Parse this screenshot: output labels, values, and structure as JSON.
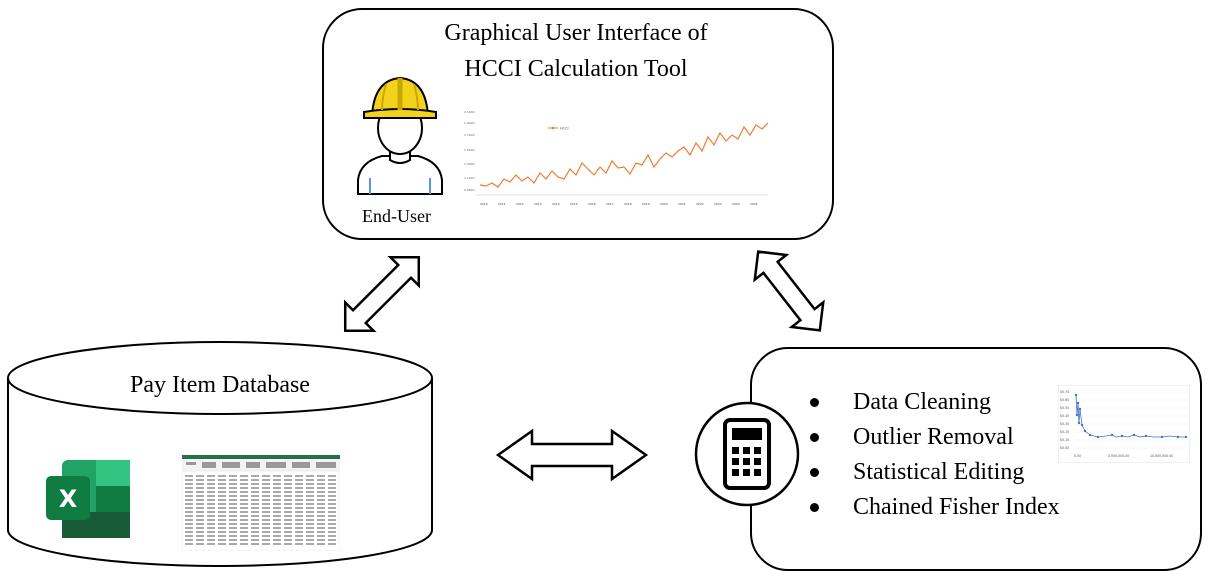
{
  "gui": {
    "title_line1": "Graphical User Interface of",
    "title_line2": "HCCI Calculation Tool",
    "end_user_label": "End-User",
    "thumb_legend": "HCCI",
    "thumb_years": [
      "2010",
      "2011",
      "2012",
      "2013",
      "2014",
      "2015",
      "2016",
      "2017",
      "2018",
      "2019",
      "2020",
      "2021",
      "2022",
      "2023",
      "2024",
      "2025"
    ],
    "thumb_yticks": [
      "2.1000",
      "1.9000",
      "1.7000",
      "1.5000",
      "1.3000",
      "1.1000",
      "0.9000"
    ]
  },
  "database": {
    "title": "Pay Item Database",
    "excel_letter": "X"
  },
  "calc": {
    "steps": [
      "Data Cleaning",
      "Outlier Removal",
      "Statistical Editing",
      "Chained Fisher Index"
    ],
    "thumb_yticks": [
      "$0.70",
      "$0.60",
      "$0.50",
      "$0.40",
      "$0.30",
      "$0.20",
      "$0.10",
      "$0.00"
    ],
    "thumb_xticks": [
      "0.00",
      "2,000,000.00",
      "10,000,000.00"
    ]
  },
  "colors": {
    "line": "#000000",
    "orange": "#ed7d31",
    "blue": "#4472c4",
    "hardhat": "#f2d21b",
    "excel_dark": "#185c37",
    "excel_mid": "#21a366",
    "excel_light": "#33c481"
  }
}
